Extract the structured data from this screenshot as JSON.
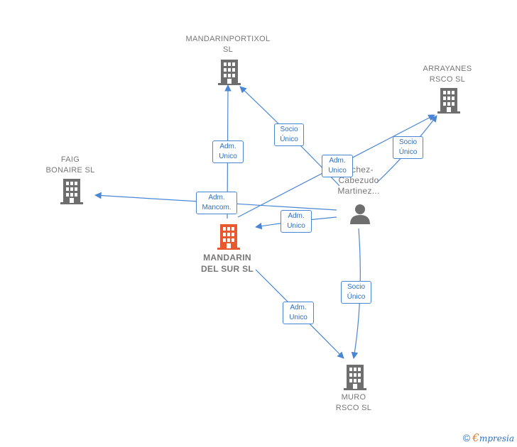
{
  "colors": {
    "edge": "#4a86d4",
    "building": "#6e6e6e",
    "building_highlight": "#e8592f",
    "label_text": "#777777",
    "edge_label_text": "#2f6fc1"
  },
  "nodes": {
    "mandarinportixol": {
      "line1": "MANDARINPORTIXOL",
      "line2": "SL",
      "icon": "building-icon"
    },
    "arrayanes": {
      "line1": "ARRAYANES",
      "line2": "RSCO  SL",
      "icon": "building-icon"
    },
    "faig": {
      "line1": "FAIG",
      "line2": "BONAIRE  SL",
      "icon": "building-icon"
    },
    "mandarin_del_sur": {
      "line1": "MANDARIN",
      "line2": "DEL SUR  SL",
      "icon": "building-icon"
    },
    "person": {
      "line1": "...chez-",
      "line2": "Cabezudo",
      "line3": "Martinez...",
      "icon": "person-icon"
    },
    "muro": {
      "line1": "MURO",
      "line2": "RSCO  SL",
      "icon": "building-icon"
    }
  },
  "edges": [
    {
      "id": "e1",
      "line1": "Adm.",
      "line2": "Unico"
    },
    {
      "id": "e2",
      "line1": "Socio",
      "line2": "Único"
    },
    {
      "id": "e3",
      "line1": "Adm.",
      "line2": "Unico"
    },
    {
      "id": "e4",
      "line1": "Socio",
      "line2": "Único"
    },
    {
      "id": "e5",
      "line1": "Adm.",
      "line2": "Mancom."
    },
    {
      "id": "e6",
      "line1": "Adm.",
      "line2": "Unico"
    },
    {
      "id": "e7",
      "line1": "Socio",
      "line2": "Único"
    },
    {
      "id": "e8",
      "line1": "Adm.",
      "line2": "Unico"
    }
  ],
  "footer": {
    "copyright_symbol": "©",
    "brand_initial": "€",
    "brand_rest": "mpresia"
  }
}
